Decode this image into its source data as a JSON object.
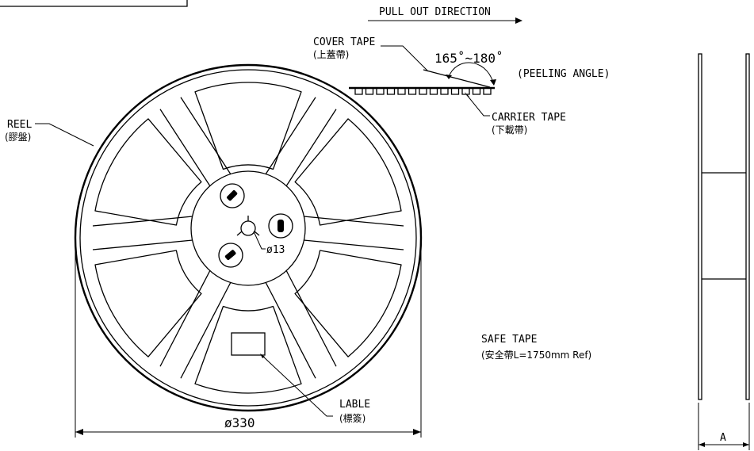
{
  "labels": {
    "pull_out_direction": "PULL OUT DIRECTION",
    "cover_tape": "COVER TAPE",
    "cover_tape_cn": "(上蓋帶)",
    "peel_angle_value": "165˚~180˚",
    "peeling_angle": "(PEELING ANGLE)",
    "carrier_tape": "CARRIER TAPE",
    "carrier_tape_cn": "(下載帶)",
    "reel": "REEL",
    "reel_cn": "(膠盤)",
    "hub_diameter": "ø13",
    "safe_tape": "SAFE TAPE",
    "safe_tape_detail": "(安全帶L=1750mm Ref)",
    "label": "LABLE",
    "label_cn": "(標簽)",
    "reel_diameter": "ø330",
    "width_dim": "A"
  }
}
